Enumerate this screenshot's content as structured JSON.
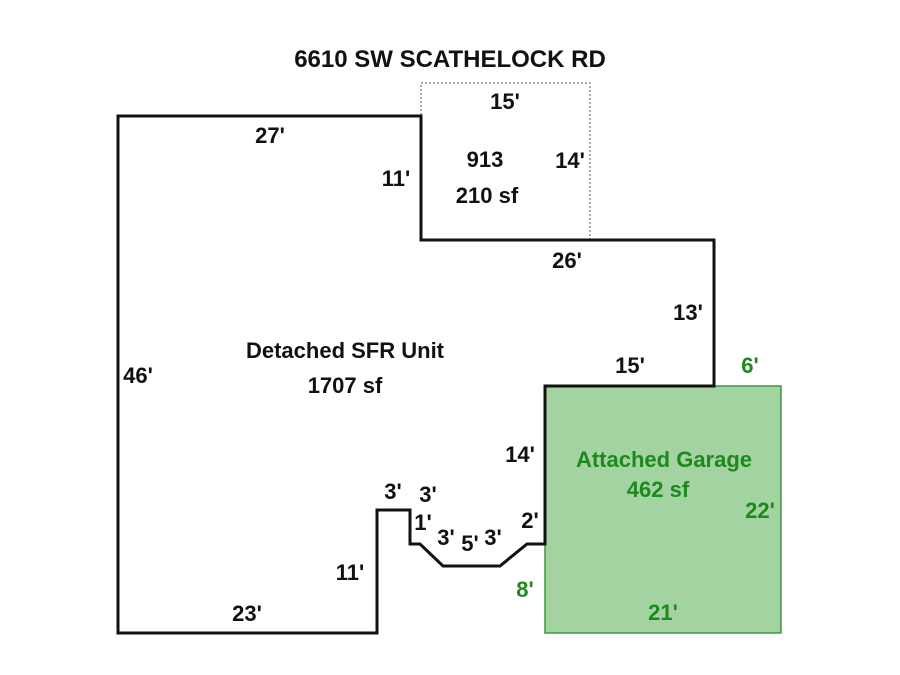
{
  "title": "6610 SW SCATHELOCK RD",
  "main_area": {
    "name": "Detached SFR Unit",
    "area": "1707 sf"
  },
  "addition": {
    "code": "913",
    "area": "210 sf",
    "top": "15'",
    "right": "14'"
  },
  "garage": {
    "name": "Attached Garage",
    "area": "462 sf",
    "top": "6'",
    "right": "22'",
    "bottom": "21'",
    "left": "8'"
  },
  "dims": {
    "top_left": "27'",
    "notch_left": "11'",
    "notch_bottom": "26'",
    "right_upper": "13'",
    "right_step": "15'",
    "left": "46'",
    "bottom": "23'",
    "inner_left": "11'",
    "garage_side": "14'",
    "s1": "3'",
    "s2": "3'",
    "s3": "1'",
    "s4": "3'",
    "s5": "5'",
    "s6": "3'",
    "s7": "2'"
  },
  "colors": {
    "garage_fill": "#a3d3a0",
    "garage_stroke": "#3c9a3c",
    "garage_text": "#1e8a1e"
  }
}
